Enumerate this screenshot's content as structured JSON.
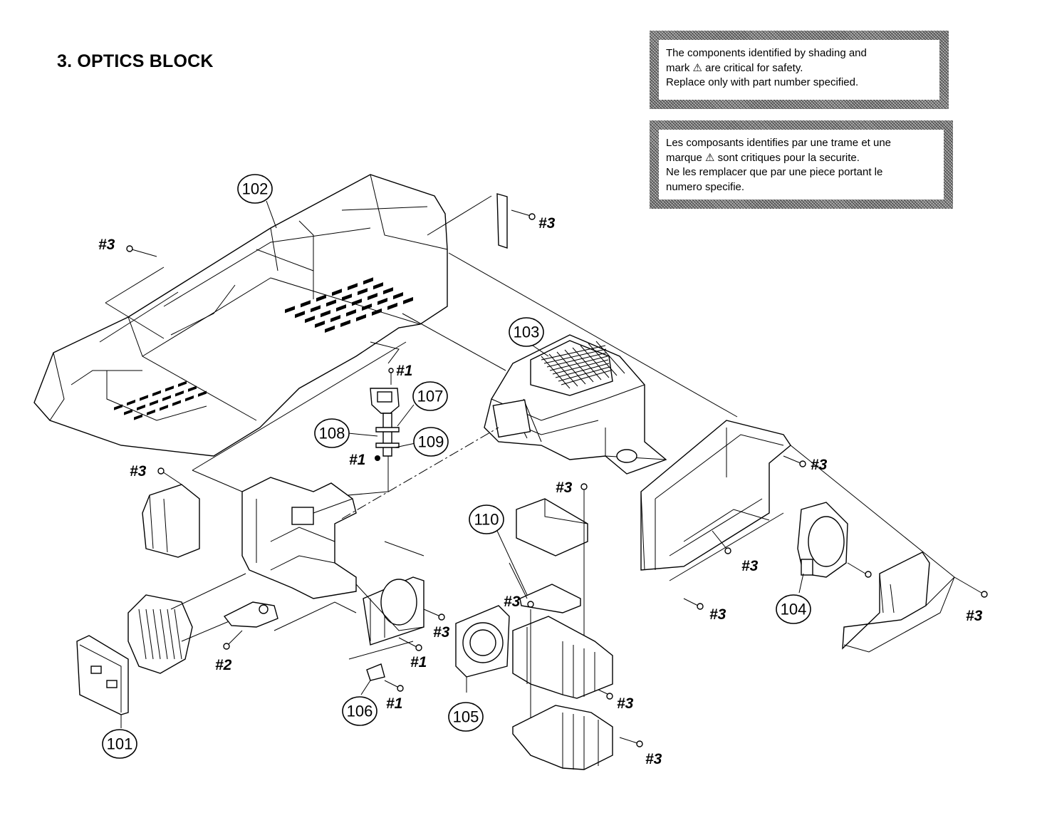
{
  "title": "3. OPTICS BLOCK",
  "notice_en": [
    "The components identified by shading and",
    "mark ⚠ are critical for safety.",
    "Replace only with part number specified."
  ],
  "notice_fr": [
    "Les composants identifies par une trame et une",
    "marque ⚠ sont critiques pour la securite.",
    "Ne les remplacer que par une piece portant le",
    "numero specifie."
  ],
  "callouts": {
    "c101": "101",
    "c102": "102",
    "c103": "103",
    "c104": "104",
    "c105": "105",
    "c106": "106",
    "c107": "107",
    "c108": "108",
    "c109": "109",
    "c110": "110"
  },
  "screws": {
    "s1": "#3",
    "s2": "#3",
    "s3": "#1",
    "s4": "#1",
    "s5": "#3",
    "s6": "#3",
    "s7": "#3",
    "s8": "#3",
    "s9": "#3",
    "s10": "#3",
    "s11": "#3",
    "s12": "#3",
    "s13": "#1",
    "s14": "#2",
    "s15": "#1",
    "s16": "#3",
    "s17": "#3"
  }
}
